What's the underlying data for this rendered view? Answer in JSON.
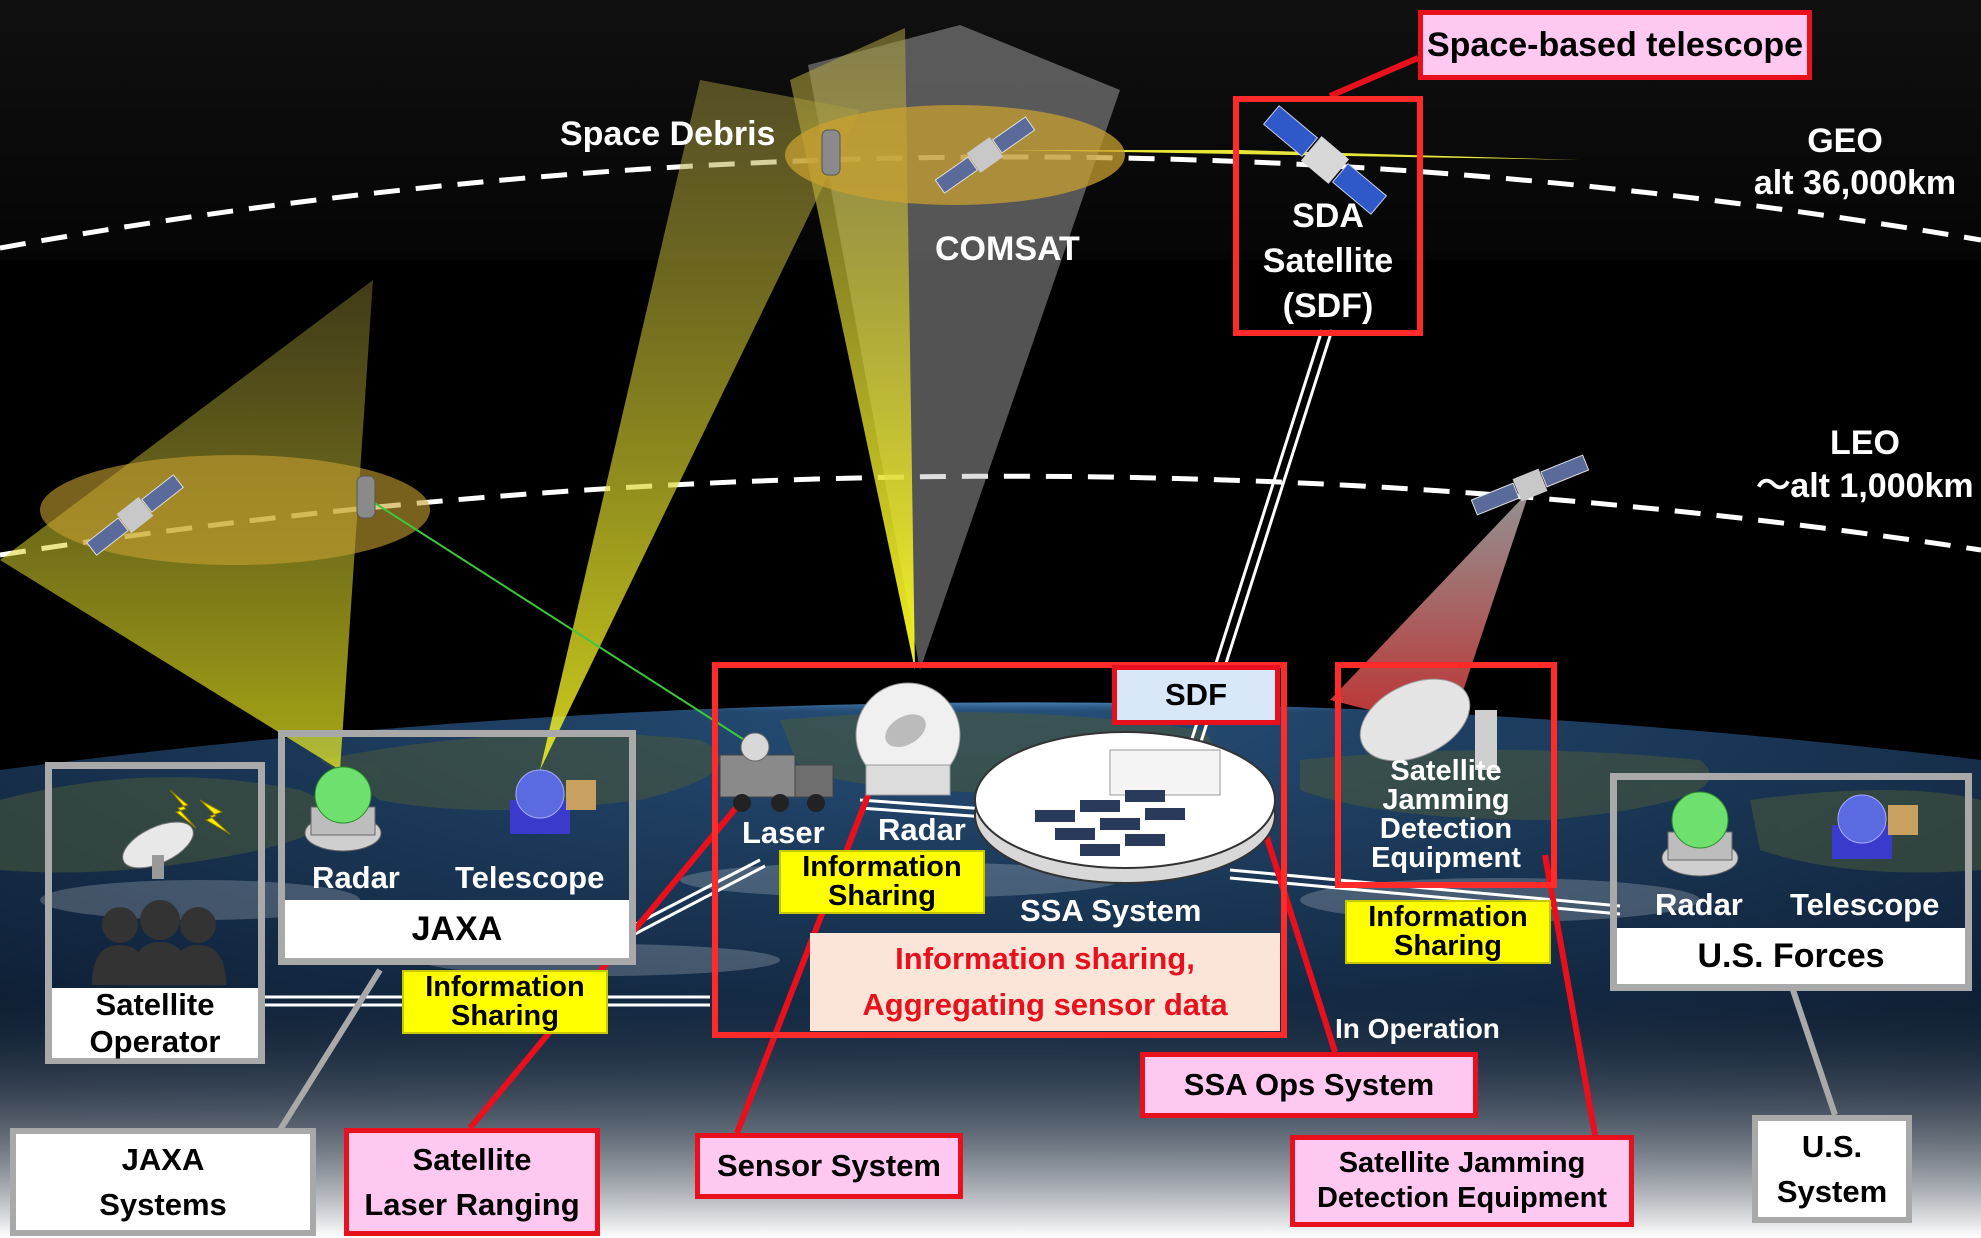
{
  "orbits": {
    "geo_label": "GEO",
    "geo_alt": "alt 36,000km",
    "leo_label": "LEO",
    "leo_alt": "～alt 1,000km"
  },
  "space_objects": {
    "space_debris": "Space Debris",
    "comsat": "COMSAT",
    "sda_satellite": [
      "SDA",
      "Satellite",
      "(SDF)"
    ]
  },
  "ground": {
    "jaxa": {
      "radar": "Radar",
      "telescope": "Telescope",
      "name": "JAXA"
    },
    "satellite_operator": [
      "Satellite",
      "Operator"
    ],
    "sdf": {
      "tag": "SDF",
      "laser": "Laser",
      "radar": "Radar",
      "ssa_system": "SSA System",
      "note": [
        "Information sharing,",
        "Aggregating sensor data"
      ]
    },
    "jamming_equipment": [
      "Satellite",
      "Jamming",
      "Detection",
      "Equipment"
    ],
    "us_forces": {
      "radar": "Radar",
      "telescope": "Telescope",
      "name": "U.S. Forces"
    },
    "info_sharing": [
      "Information",
      "Sharing"
    ],
    "in_operation": "In Operation"
  },
  "callouts": {
    "space_based_telescope": "Space-based telescope",
    "ssa_ops_system": "SSA Ops System",
    "sensor_system": "Sensor System",
    "satellite_laser_ranging": [
      "Satellite",
      "Laser Ranging"
    ],
    "jamming_detection": [
      "Satellite Jamming",
      "Detection Equipment"
    ],
    "jaxa_systems": [
      "JAXA",
      "Systems"
    ],
    "us_system": [
      "U.S.",
      "System"
    ]
  },
  "colors": {
    "callout_red": "#e8101c",
    "callout_pink": "#ffc8f0",
    "info_yellow": "#ffff00",
    "note_red_text": "#e8101c",
    "frame_gray": "#a9a9a9",
    "beam_yellow": "#ffff40"
  },
  "icons": [
    "satellite-icon",
    "debris-icon",
    "radar-dome-icon",
    "telescope-icon",
    "laser-truck-icon",
    "parabolic-antenna-icon",
    "people-icon",
    "lightning-icon",
    "control-room-icon"
  ]
}
